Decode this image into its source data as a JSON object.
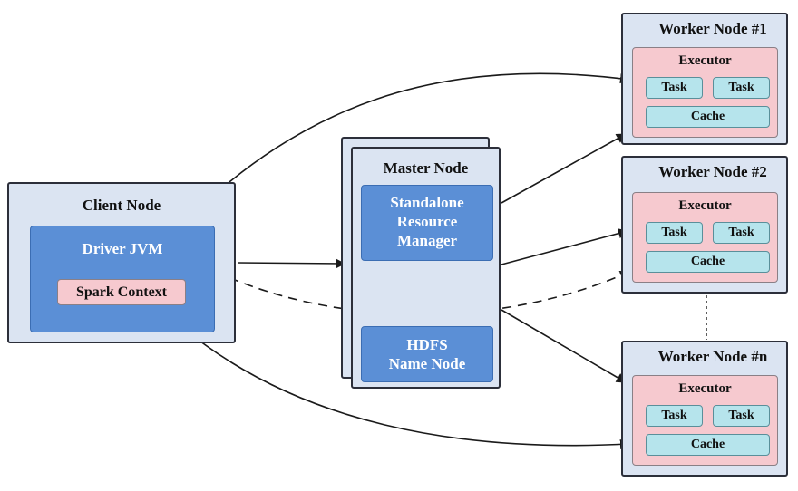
{
  "client": {
    "title": "Client Node",
    "driver": "Driver JVM",
    "context": "Spark Context"
  },
  "master": {
    "title": "Master Node",
    "resource_manager": [
      "Standalone",
      "Resource",
      "Manager"
    ],
    "hdfs": [
      "HDFS",
      "Name Node"
    ]
  },
  "workers": [
    {
      "title": "Worker Node #1",
      "executor": "Executor",
      "tasks": [
        "Task",
        "Task"
      ],
      "cache": "Cache"
    },
    {
      "title": "Worker Node #2",
      "executor": "Executor",
      "tasks": [
        "Task",
        "Task"
      ],
      "cache": "Cache"
    },
    {
      "title": "Worker Node #n",
      "executor": "Executor",
      "tasks": [
        "Task",
        "Task"
      ],
      "cache": "Cache"
    }
  ],
  "colors": {
    "node_fill": "#dbe4f2",
    "blue_box": "#5b8fd6",
    "executor_fill": "#f6c9cf",
    "task_fill": "#b6e4ec",
    "line": "#1a1a1a"
  }
}
